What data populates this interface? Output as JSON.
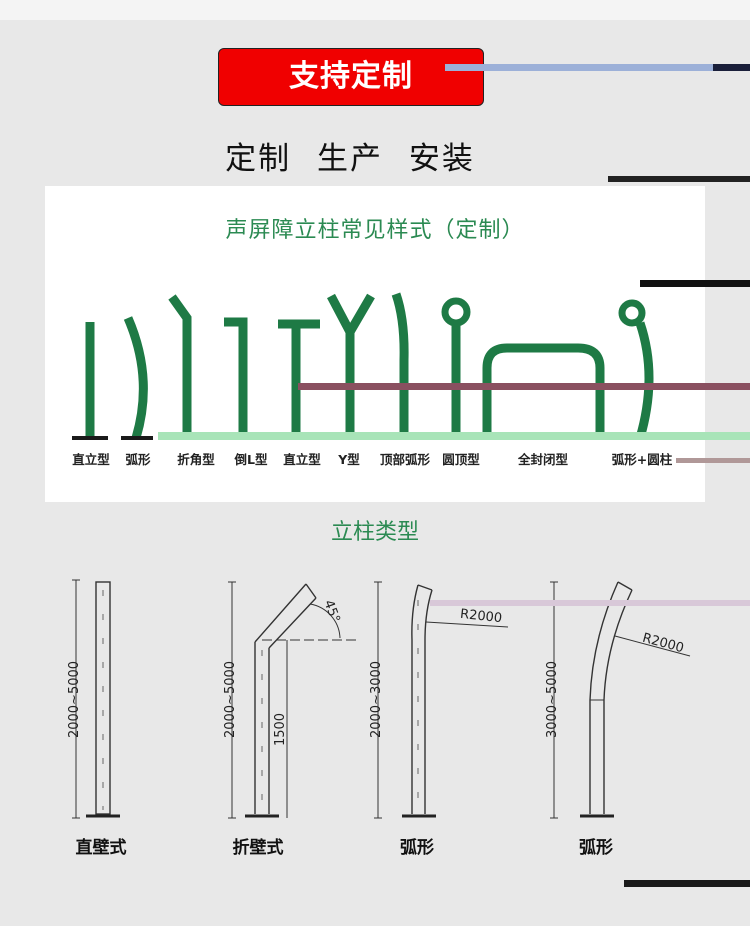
{
  "header": {
    "badge": "支持定制",
    "subtitle": "定制 生产 安装"
  },
  "styles_panel": {
    "title": "声屏障立柱常见样式（定制）",
    "types": [
      "直立型",
      "弧形",
      "折角型",
      "倒L型",
      "直立型",
      "Y型",
      "顶部弧形",
      "圆顶型",
      "全封闭型",
      "弧形+圆柱"
    ]
  },
  "drawings": {
    "title": "立柱类型",
    "items": [
      {
        "caption": "直壁式",
        "height": "2000~5000"
      },
      {
        "caption": "折壁式",
        "height": "2000~5000",
        "lower": "1500",
        "angle": "45°"
      },
      {
        "caption": "弧形",
        "height": "2000~3000",
        "radius": "R2000"
      },
      {
        "caption": "弧形",
        "height": "3000~5000",
        "radius": "R2000"
      }
    ]
  },
  "colors": {
    "badge_bg": "#f00000",
    "accent_green": "#2b8a52",
    "post_green": "#1e7a45",
    "page_bg": "#e8e8e8"
  }
}
